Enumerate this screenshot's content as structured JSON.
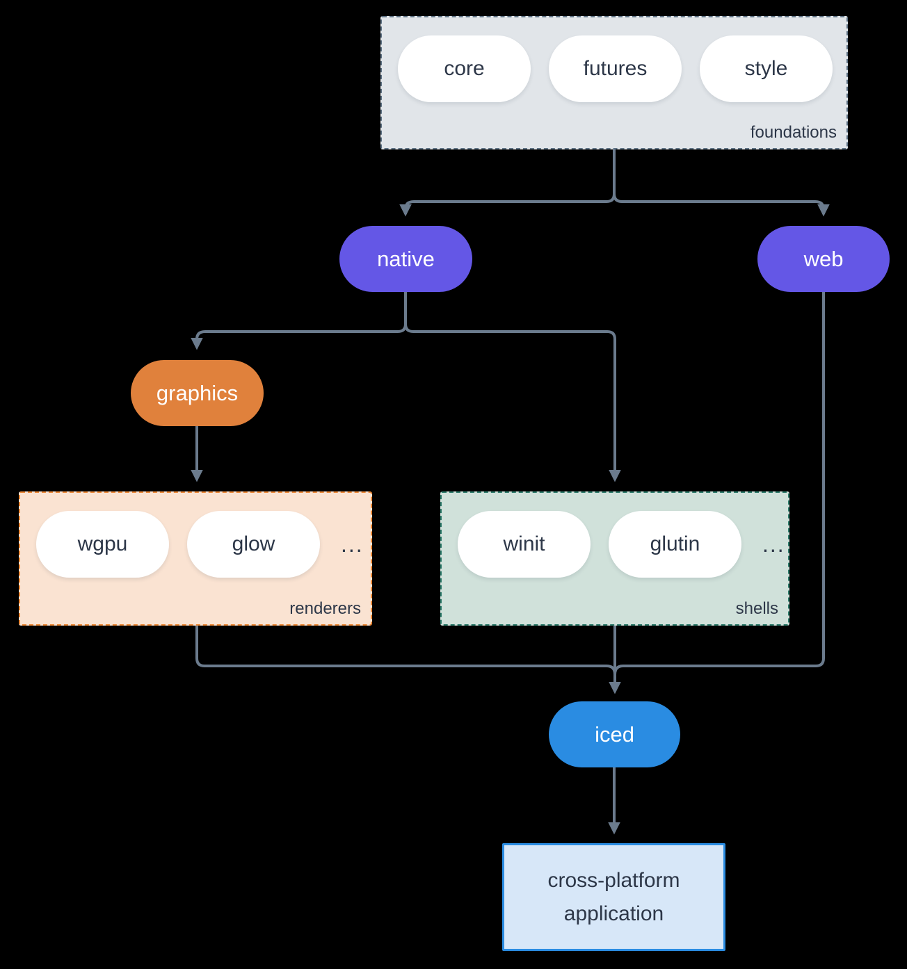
{
  "colors": {
    "background": "#000000",
    "ink": "#2d3748",
    "line": "#6b7b8d",
    "node-purple": "#6457e6",
    "node-orange": "#e0813c",
    "node-blue": "#2a8ce2",
    "pill-white": "#ffffff",
    "foundations-fill": "#e1e5e9",
    "foundations-border": "#5d7183",
    "renderers-fill": "#fae3d2",
    "renderers-border": "#ed8936",
    "shells-fill": "#d0e1da",
    "shells-border": "#2b7a69",
    "app-fill": "#d7e7f8",
    "app-border": "#2a8ce2"
  },
  "nodes": {
    "foundations": {
      "label": "foundations",
      "items": [
        "core",
        "futures",
        "style"
      ]
    },
    "native": {
      "label": "native"
    },
    "web": {
      "label": "web"
    },
    "graphics": {
      "label": "graphics"
    },
    "renderers": {
      "label": "renderers",
      "items": [
        "wgpu",
        "glow"
      ],
      "more": "..."
    },
    "shells": {
      "label": "shells",
      "items": [
        "winit",
        "glutin"
      ],
      "more": "..."
    },
    "iced": {
      "label": "iced"
    },
    "application": {
      "label": "cross-platform application"
    }
  }
}
